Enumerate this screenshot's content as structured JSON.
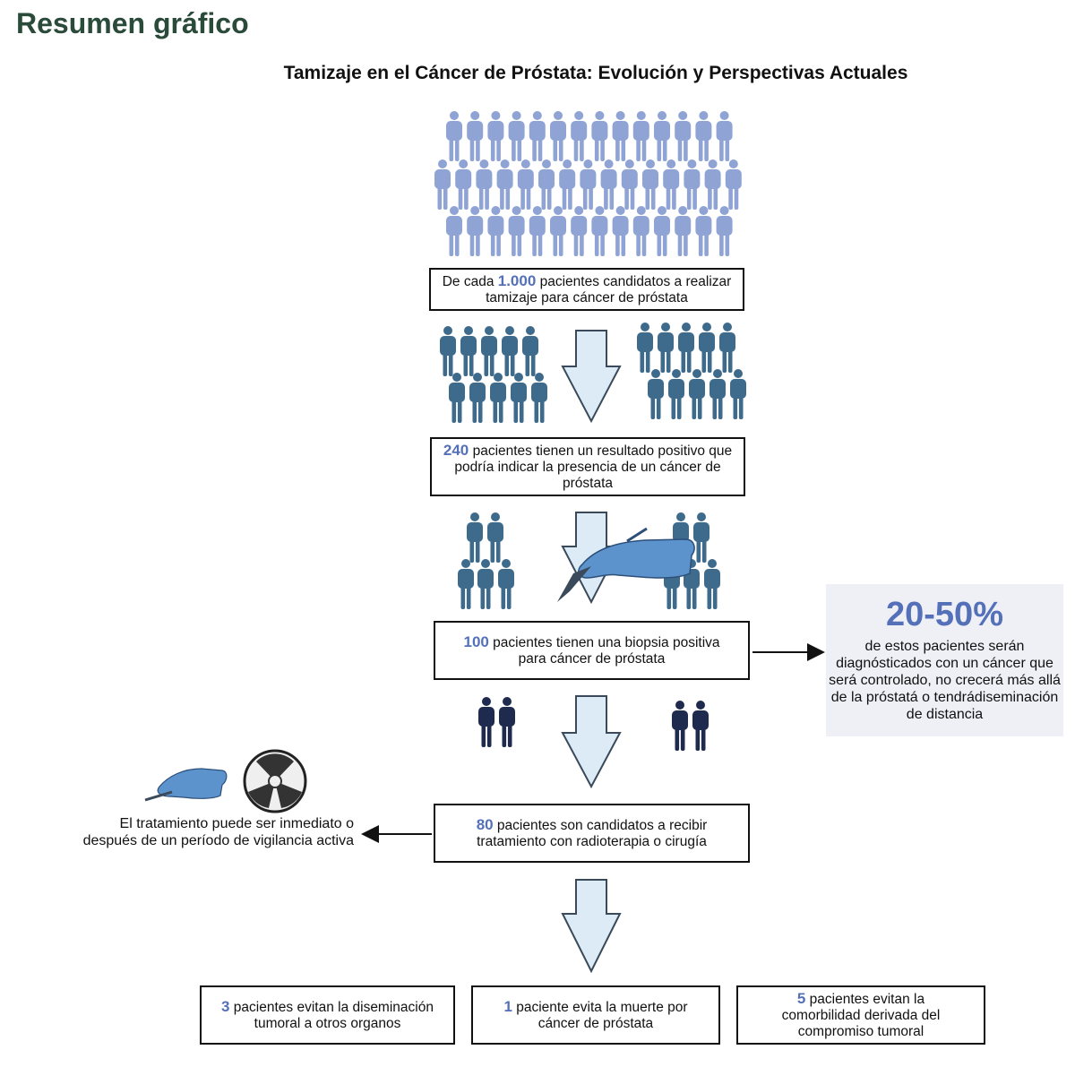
{
  "heading": "Resumen gráfico",
  "title": "Tamizaje en el Cáncer de Próstata: Evolución y Perspectivas Actuales",
  "steps": {
    "candidates": {
      "prefix": "De cada ",
      "number": "1.000",
      "suffix": " pacientes candidatos a realizar tamizaje para cáncer de próstata"
    },
    "positive_result": {
      "number": "240",
      "suffix": " pacientes tienen un resultado positivo que podría indicar la presencia de un cáncer de próstata"
    },
    "positive_biopsy": {
      "number": "100",
      "suffix": " pacientes tienen una biopsia positiva para cáncer de próstata"
    },
    "treatment_candidates": {
      "number": "80",
      "suffix": " pacientes son candidatos a recibir tratamiento con radioterapia o cirugía"
    }
  },
  "side_note": {
    "percent": "20-50%",
    "text": "de estos pacientes serán diagnósticados con un cáncer que será controlado, no crecerá más allá de la próstatá o tendrádiseminación de distancia"
  },
  "treatment_note": "El tratamiento puede ser inmediato o después de un período de vigilancia activa",
  "outcomes": [
    {
      "number": "3",
      "text": " pacientes evitan la diseminación tumoral a otros organos"
    },
    {
      "number": "1",
      "text": " paciente evita la muerte por cáncer de próstata"
    },
    {
      "number": "5",
      "text": "  pacientes evitan la comorbilidad derivada del compromiso tumoral"
    }
  ],
  "colors": {
    "crowd_light": "#8fa4d4",
    "crowd_mid": "#3e6a8c",
    "crowd_dark": "#1e2a4e",
    "arrow_fill": "#dcebf6",
    "accent_number": "#5470b8",
    "hand": "#5d93cc"
  },
  "icons": [
    "person-icon",
    "down-arrow-icon",
    "biopsy-hand-icon",
    "scalpel-icon",
    "radiation-icon",
    "right-arrow-icon",
    "left-arrow-icon"
  ]
}
